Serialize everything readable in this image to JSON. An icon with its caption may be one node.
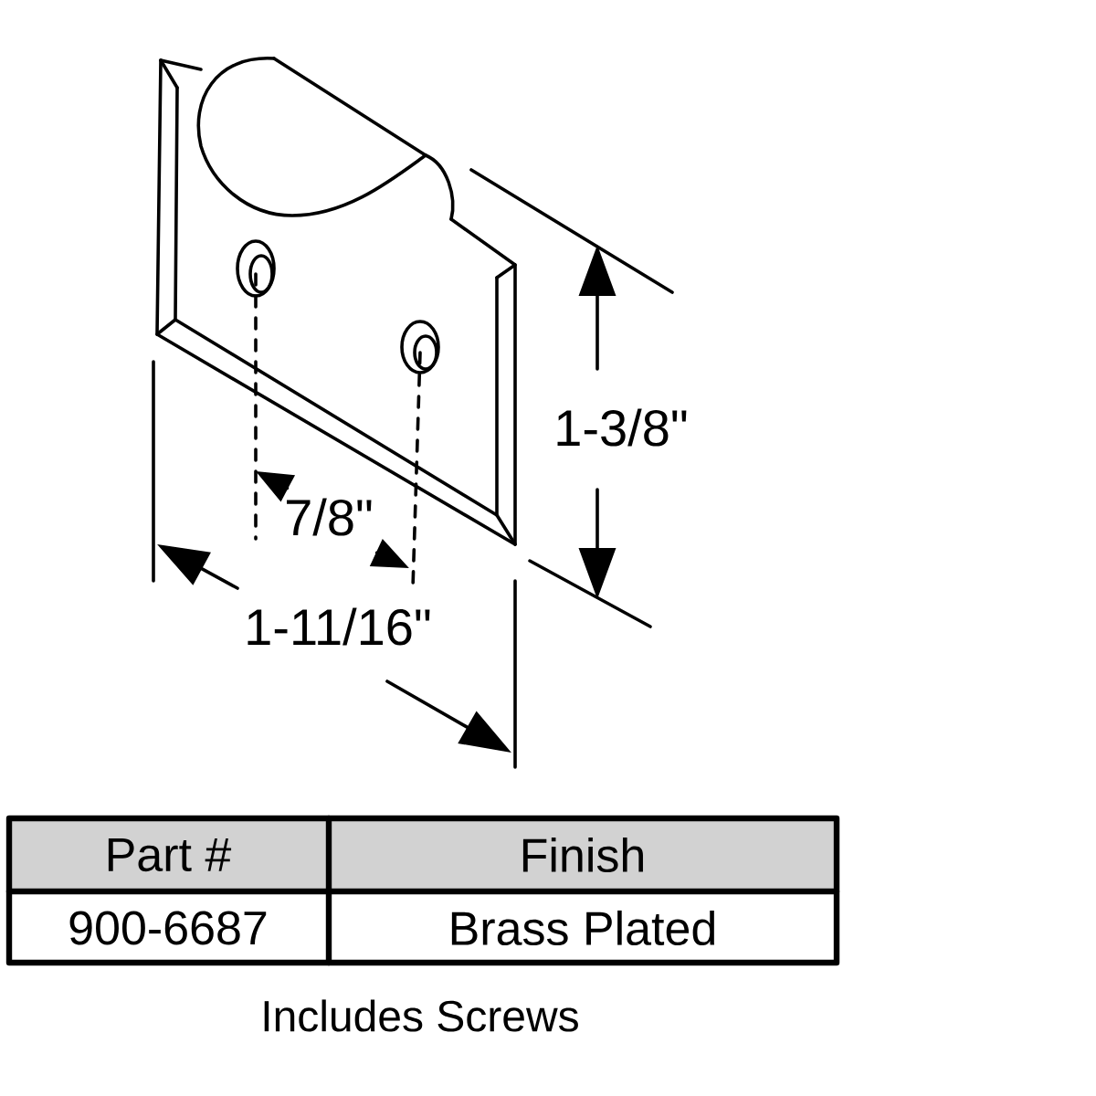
{
  "diagram": {
    "labels": [
      "1-3/8\"",
      "7/8\"",
      "1-11/16\"",
      "Part #",
      "Finish",
      "900-6687",
      "Brass Plated",
      "Includes Screws"
    ]
  }
}
